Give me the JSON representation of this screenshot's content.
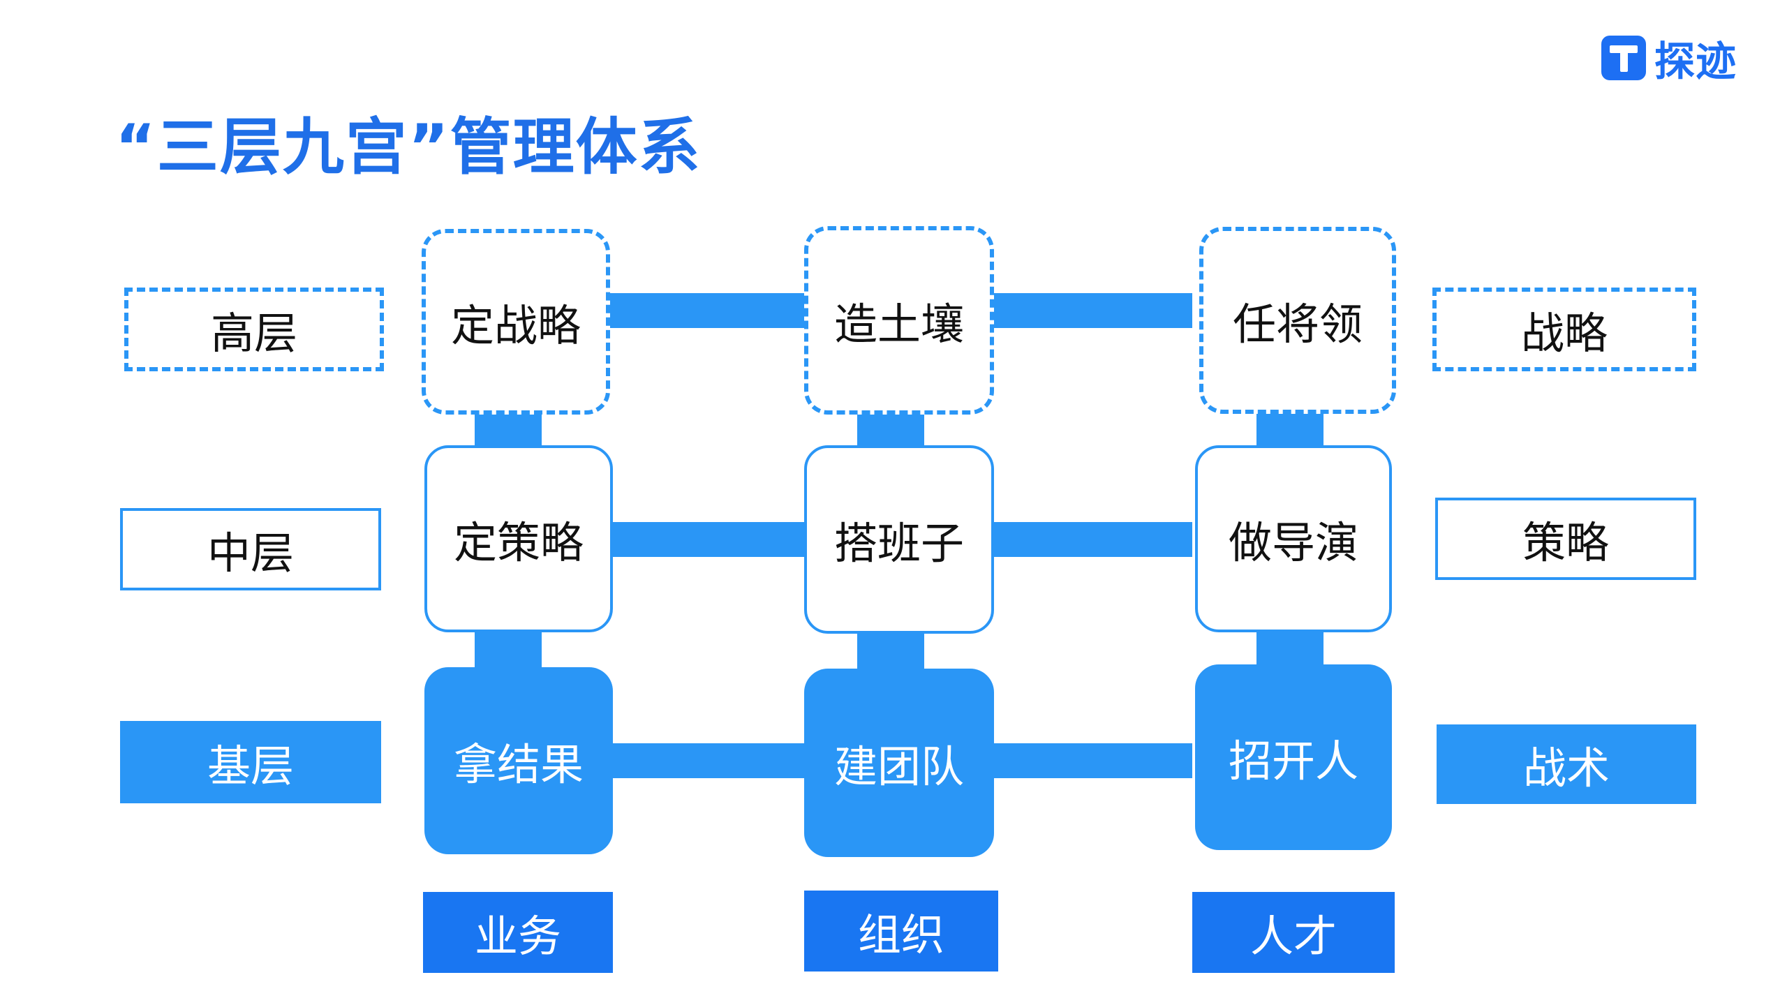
{
  "brand": {
    "name": "探迹",
    "color": "#1d6ff3"
  },
  "title": "“三层九宫”管理体系",
  "colors": {
    "accent": "#2a96f6",
    "bottom_box": "#1976f2",
    "title": "#1f6fe8"
  },
  "levels": {
    "top": "高层",
    "middle": "中层",
    "base": "基层"
  },
  "focus": {
    "top": "战略",
    "middle": "策略",
    "base": "战术"
  },
  "grid": {
    "top": [
      "定战略",
      "造土壤",
      "任将领"
    ],
    "middle": [
      "定策略",
      "搭班子",
      "做导演"
    ],
    "base": [
      "拿结果",
      "建团队",
      "招开人"
    ]
  },
  "columns": [
    "业务",
    "组织",
    "人才"
  ]
}
